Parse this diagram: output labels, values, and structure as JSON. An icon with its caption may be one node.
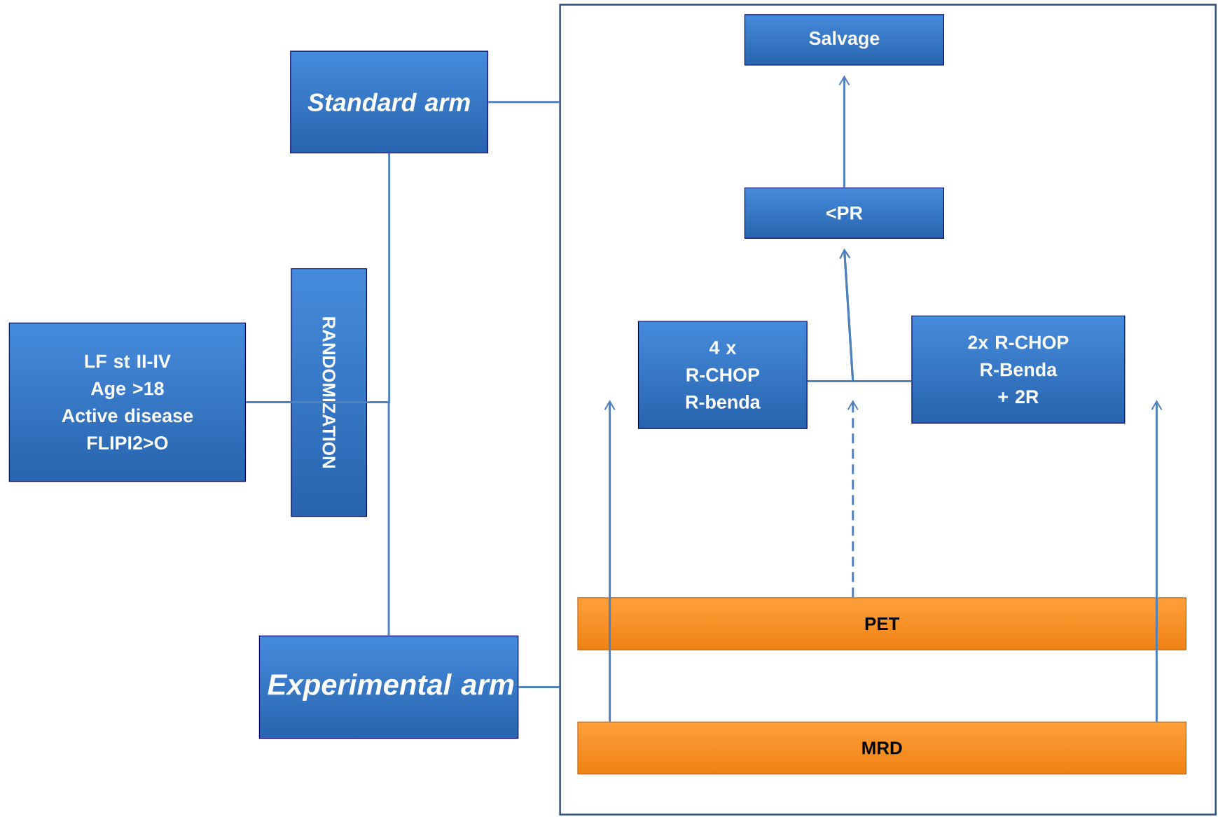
{
  "diagram": {
    "nodes": [
      {
        "text": [
          "LF st II-IV",
          "Age >18",
          "Active disease",
          "FLIPI2>O"
        ]
      },
      {
        "text": [
          "RANDOMIZATION"
        ]
      },
      {
        "text": [
          "Standard arm"
        ]
      },
      {
        "text": [
          "Experimental arm"
        ]
      },
      {
        "text": [],
        "shape": "box"
      },
      {
        "text": [
          "Salvage"
        ],
        "in": 4
      },
      {
        "text": [
          "<PR"
        ],
        "in": 4
      },
      {
        "text": [
          "4 x",
          "R-CHOP",
          "R-benda"
        ],
        "in": 4
      },
      {
        "text": [
          "2x R-CHOP",
          "R-Benda",
          "+ 2R"
        ],
        "in": 4
      },
      {
        "text": [
          "PET"
        ],
        "in": 4
      },
      {
        "text": [
          "MRD"
        ],
        "in": 4
      }
    ],
    "edges": [
      {
        "from": 0,
        "to": 1,
        "arrow": "none"
      },
      {
        "from": 1,
        "to": 2,
        "arrow": "none"
      },
      {
        "from": 1,
        "to": 3,
        "arrow": "none"
      },
      {
        "from": 2,
        "to": 4,
        "arrow": "none"
      },
      {
        "from": 3,
        "to": 4,
        "arrow": "none"
      },
      {
        "from": 6,
        "to": 5,
        "arrow": "to"
      },
      {
        "from": 7,
        "to": 6,
        "arrow": "to"
      },
      {
        "from": 8,
        "to": 6,
        "arrow": "to"
      },
      {
        "from": 9,
        "to": null,
        "arrow": "to",
        "style": "dashed"
      },
      {
        "from": 10,
        "to": null,
        "arrow": "to"
      },
      {
        "from": 10,
        "to": null,
        "arrow": "to"
      }
    ]
  }
}
